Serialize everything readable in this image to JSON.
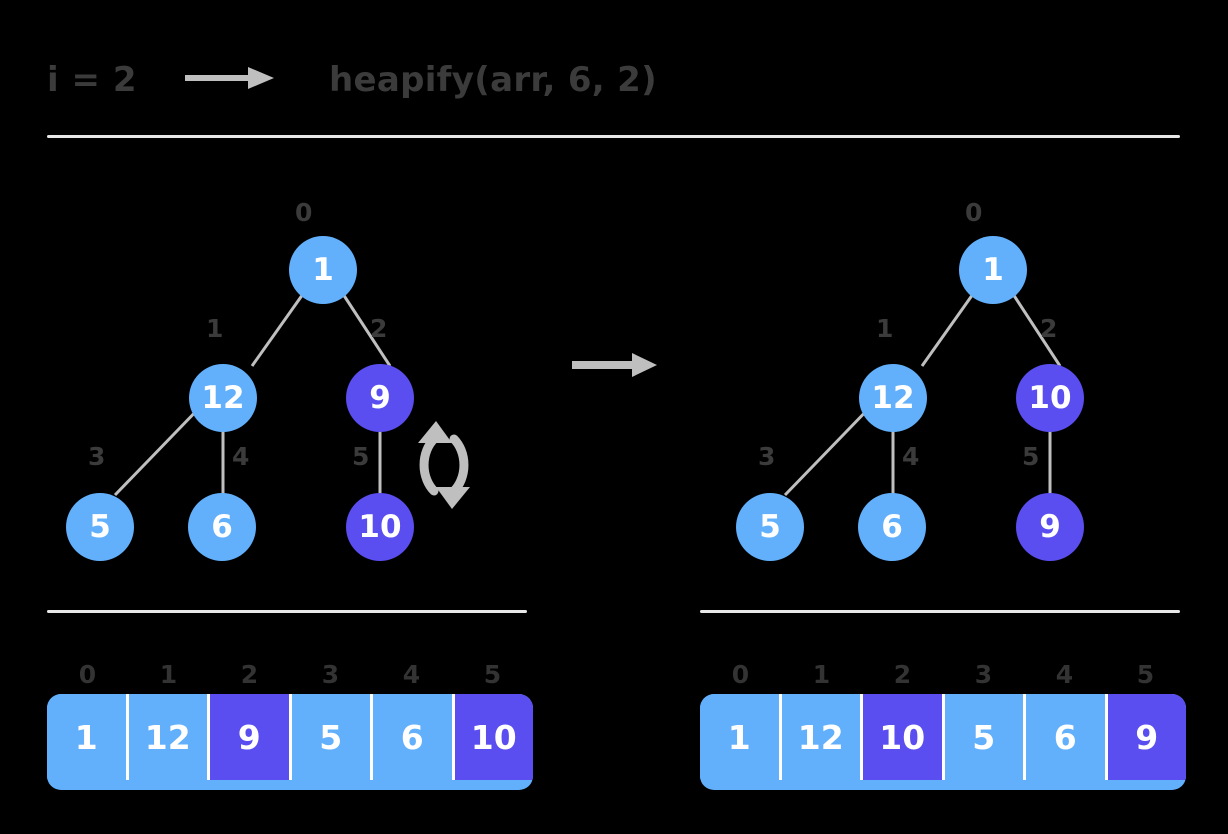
{
  "header": {
    "iteration_label": "i = 2",
    "arrow_icon": "right-arrow-icon",
    "call_label": "heapify(arr, 6, 2)"
  },
  "colors": {
    "node_normal": "#62b0fb",
    "node_highlight": "#5a4ef0",
    "edge": "#bfbfbf",
    "index_text": "#333333",
    "header_text": "#3b3b3b",
    "divider": "#e8e8e8",
    "background": "#000000"
  },
  "transition_arrow_icon": "right-arrow-icon",
  "swap_icon": "swap-circular-arrows-icon",
  "before": {
    "tree": {
      "nodes": [
        {
          "index": "0",
          "value": "1",
          "highlight": false
        },
        {
          "index": "1",
          "value": "12",
          "highlight": false
        },
        {
          "index": "2",
          "value": "9",
          "highlight": true
        },
        {
          "index": "3",
          "value": "5",
          "highlight": false
        },
        {
          "index": "4",
          "value": "6",
          "highlight": false
        },
        {
          "index": "5",
          "value": "10",
          "highlight": true
        }
      ]
    },
    "array": {
      "indices": [
        "0",
        "1",
        "2",
        "3",
        "4",
        "5"
      ],
      "values": [
        "1",
        "12",
        "9",
        "5",
        "6",
        "10"
      ],
      "highlighted": [
        2,
        5
      ]
    }
  },
  "after": {
    "tree": {
      "nodes": [
        {
          "index": "0",
          "value": "1",
          "highlight": false
        },
        {
          "index": "1",
          "value": "12",
          "highlight": false
        },
        {
          "index": "2",
          "value": "10",
          "highlight": true
        },
        {
          "index": "3",
          "value": "5",
          "highlight": false
        },
        {
          "index": "4",
          "value": "6",
          "highlight": false
        },
        {
          "index": "5",
          "value": "9",
          "highlight": true
        }
      ]
    },
    "array": {
      "indices": [
        "0",
        "1",
        "2",
        "3",
        "4",
        "5"
      ],
      "values": [
        "1",
        "12",
        "10",
        "5",
        "6",
        "9"
      ],
      "highlighted": [
        2,
        5
      ]
    }
  }
}
